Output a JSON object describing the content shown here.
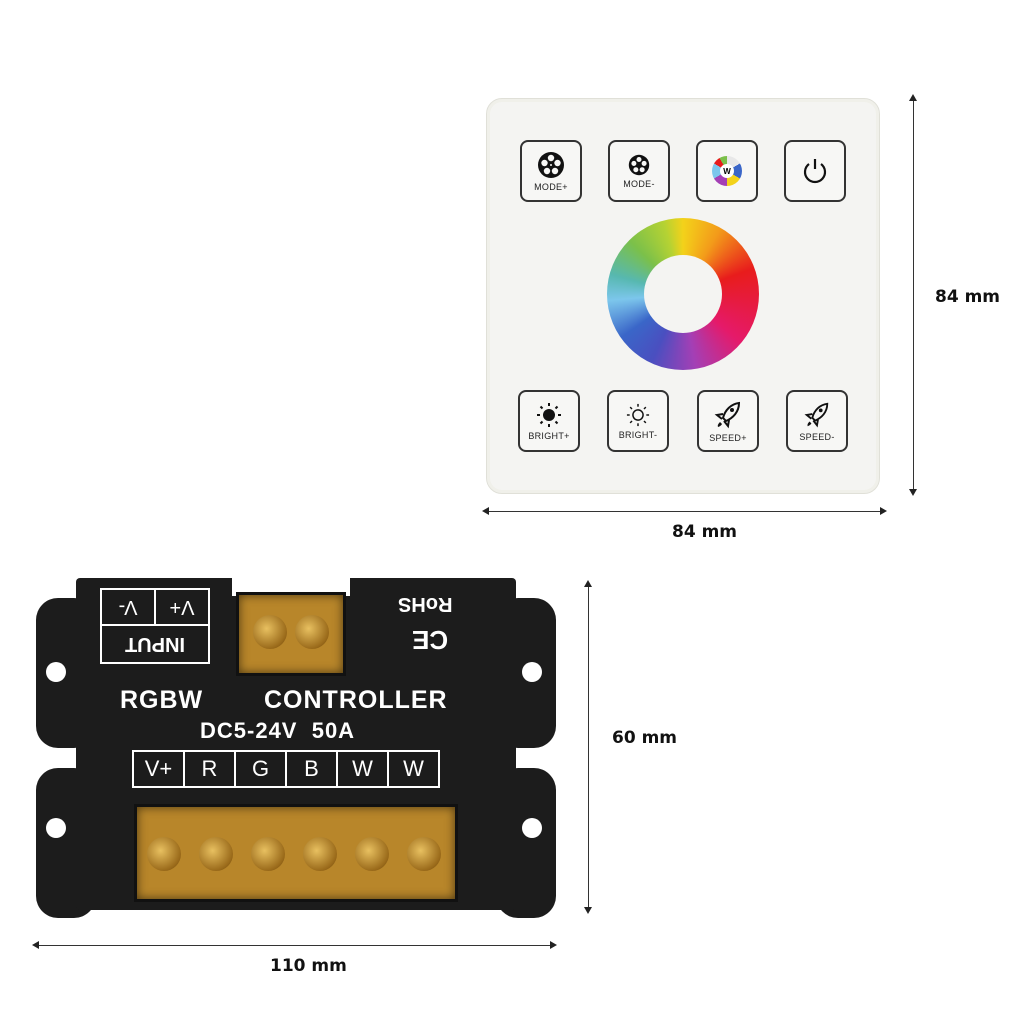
{
  "panel": {
    "top_buttons": [
      {
        "label": "MODE+",
        "icon": "reel-icon"
      },
      {
        "label": "MODE-",
        "icon": "reel-icon"
      },
      {
        "label": "W",
        "icon": "color-wheel-icon"
      },
      {
        "label": "",
        "icon": "power-icon"
      }
    ],
    "bottom_buttons": [
      {
        "label": "BRIGHT+",
        "icon": "sun-filled-icon"
      },
      {
        "label": "BRIGHT-",
        "icon": "sun-outline-icon"
      },
      {
        "label": "SPEED+",
        "icon": "rocket-icon"
      },
      {
        "label": "SPEED-",
        "icon": "rocket-icon"
      }
    ],
    "width_label": "84 mm",
    "height_label": "84 mm"
  },
  "controller": {
    "input_label": "INPUT",
    "input_pins": [
      "V+",
      "V-"
    ],
    "rohs": "RoHS",
    "ce": "CE",
    "title_left": "RGBW",
    "title_right": "CONTROLLER",
    "spec": "DC5-24V  50A",
    "output_pins": [
      "V+",
      "R",
      "G",
      "B",
      "W",
      "W"
    ],
    "width_label": "110 mm",
    "height_label": "60 mm"
  }
}
